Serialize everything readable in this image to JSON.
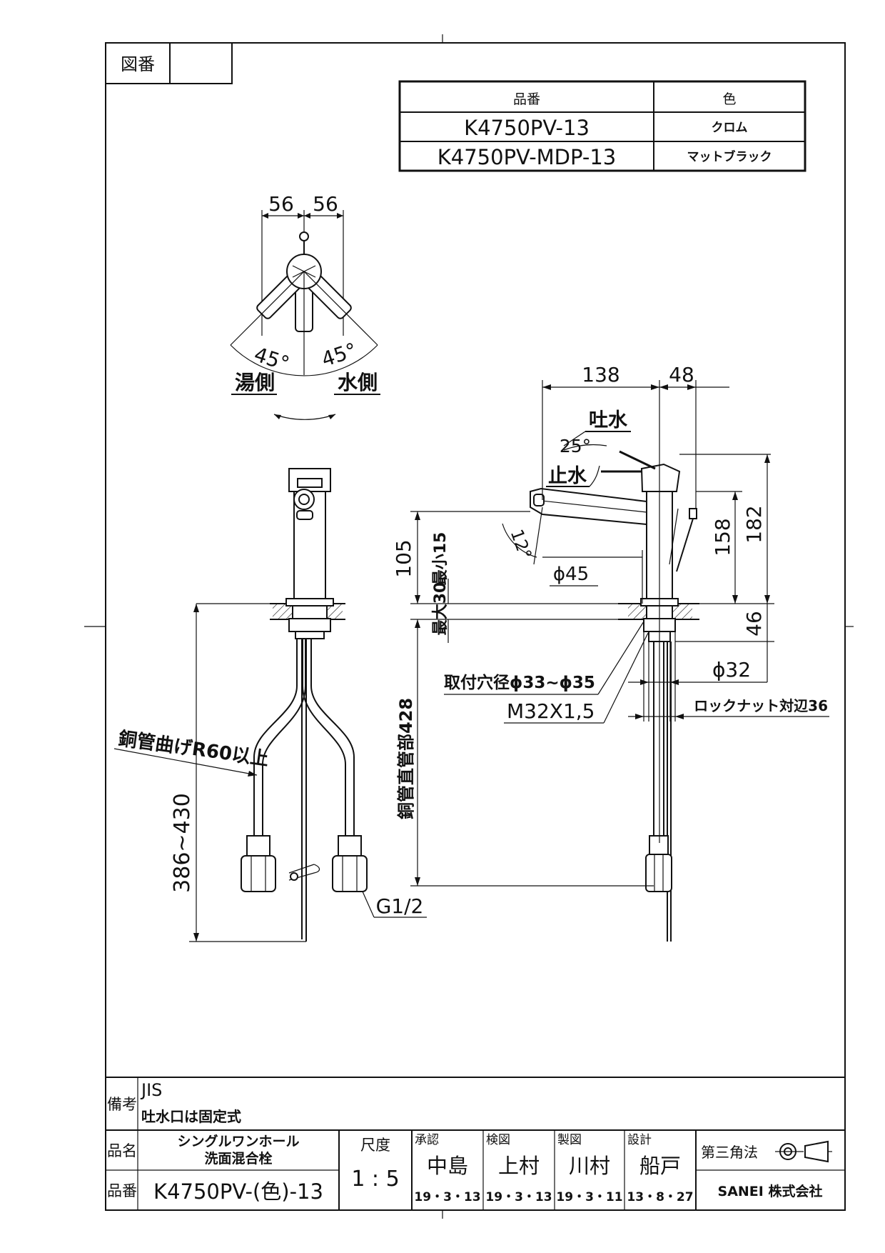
{
  "frame": {
    "drawing_no_label": "図番",
    "drawing_no_value": ""
  },
  "variants": {
    "headers": [
      "品番",
      "色"
    ],
    "rows": [
      {
        "model": "K4750PV-13",
        "color": "クロム"
      },
      {
        "model": "K4750PV-MDP-13",
        "color": "マットブラック"
      }
    ]
  },
  "top_view": {
    "dim_left": "56",
    "dim_right": "56",
    "angle_left": "45°",
    "angle_right": "45°",
    "hot_side": "湯側",
    "cold_side": "水側"
  },
  "side_view": {
    "dim_138": "138",
    "dim_48": "48",
    "spout_label": "吐水",
    "stop_label": "止水",
    "lever_angle": "25°",
    "spout_angle": "12°",
    "dia_45": "ϕ45",
    "dim_105": "105",
    "min_15": "最小15",
    "max_30": "最大30",
    "dim_158": "158",
    "dim_182": "182",
    "dim_46": "46",
    "mount_hole": "取付穴径ϕ33~ϕ35",
    "thread": "M32X1,5",
    "dia_32": "ϕ32",
    "locknut": "ロックナット対辺36",
    "copper_straight": "銅管直管部428"
  },
  "front_view": {
    "bend": "銅管曲げR60以上",
    "dim_hose": "386~430",
    "g_thread": "G1/2"
  },
  "title_block": {
    "remarks_label": "備考",
    "remarks_line1": "JIS",
    "remarks_line2": "吐水口は固定式",
    "name_label": "品名",
    "name_line1": "シングルワンホール",
    "name_line2": "洗面混合栓",
    "partno_label": "品番",
    "partno_value": "K4750PV-(色)-13",
    "scale_label": "尺度",
    "scale_value": "1 : 5",
    "approve_label": "承認",
    "approve_name": "中島",
    "approve_date": "19・3・13",
    "check_label": "検図",
    "check_name": "上村",
    "check_date": "19・3・13",
    "draw_label": "製図",
    "draw_name": "川村",
    "draw_date": "19・3・11",
    "design_label": "設計",
    "design_name": "船戸",
    "design_date": "13・8・27",
    "projection": "第三角法",
    "company": "SANEI 株式会社"
  }
}
